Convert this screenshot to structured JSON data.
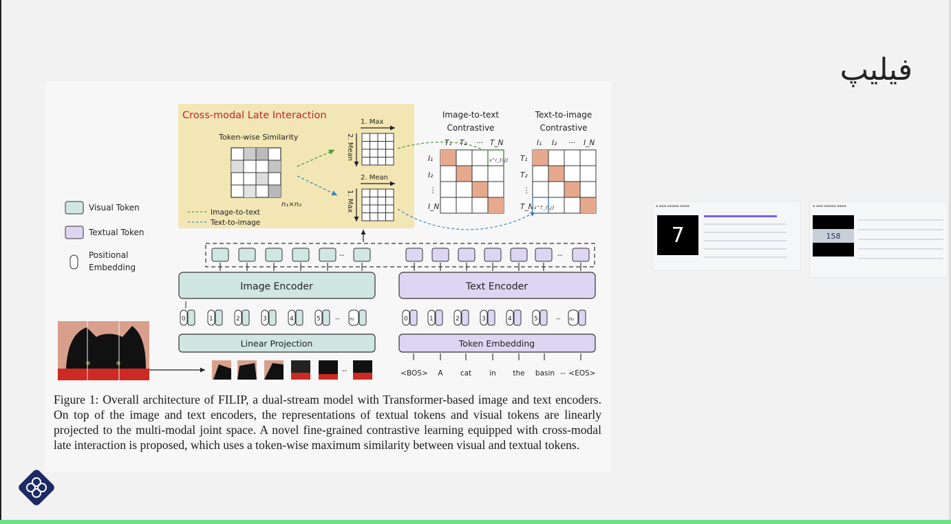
{
  "slide": {
    "title": "فیلیپ"
  },
  "figure": {
    "cmli_title": "Cross-modal Late Interaction",
    "token_wise_similarity": "Token-wise Similarity",
    "matrix_size": "n₁×n₂",
    "step_max_1": "1. Max",
    "step_mean_2": "2. Mean",
    "step_mean_2b": "2. Mean",
    "step_max_1b": "1. Max",
    "arrow_i2t": "Image-to-text",
    "arrow_t2i": "Text-to-image",
    "i2t_title_1": "Image-to-text",
    "i2t_title_2": "Contrastive",
    "t2i_title_1": "Text-to-image",
    "t2i_title_2": "Contrastive",
    "i2t_cols": [
      "T₁",
      "T₂",
      "···",
      "T_N"
    ],
    "i2t_rows": [
      "I₁",
      "I₂",
      "⋮",
      "I_N"
    ],
    "t2i_cols": [
      "I₁",
      "I₂",
      "···",
      "I_N"
    ],
    "t2i_rows": [
      "T₁",
      "T₂",
      "⋮",
      "T_N"
    ],
    "sij_i2t": "s^I_{i,j}",
    "sij_t2i": "s^T_{i,j}",
    "legend": {
      "visual": "Visual Token",
      "textual": "Textual Token",
      "positional_1": "Positional",
      "positional_2": "Embedding"
    },
    "image_encoder": "Image Encoder",
    "text_encoder": "Text Encoder",
    "linear_projection": "Linear Projection",
    "token_embedding": "Token Embedding",
    "image_pos": [
      "0",
      "1",
      "2",
      "3",
      "4",
      "5",
      "n₁"
    ],
    "text_pos": [
      "0",
      "1",
      "2",
      "3",
      "4",
      "5",
      "n₂"
    ],
    "text_words": [
      "<BOS>",
      "A",
      "cat",
      "in",
      "the",
      "basin",
      "<EOS>"
    ],
    "ellipsis": "···",
    "dash": "--"
  },
  "caption": "Figure 1: Overall architecture of FILIP, a dual-stream model with Transformer-based image and text encoders. On top of the image and text encoders, the representations of textual tokens and visual tokens are linearly projected to the multi-modal joint space. A novel fine-grained contrastive learning equipped with cross-modal late interaction is proposed, which uses a token-wise maximum similarity between visual and textual tokens.",
  "thumbnails": {
    "left_digit": "7",
    "right_digit": "158"
  },
  "colors": {
    "visual_token": "#cfe6e2",
    "textual_token": "#ddd6f3",
    "cmli_bg": "#f2e6b4",
    "diag": "#e7a98d",
    "accent_green": "#6ee08a",
    "title_red": "#c0262c"
  }
}
